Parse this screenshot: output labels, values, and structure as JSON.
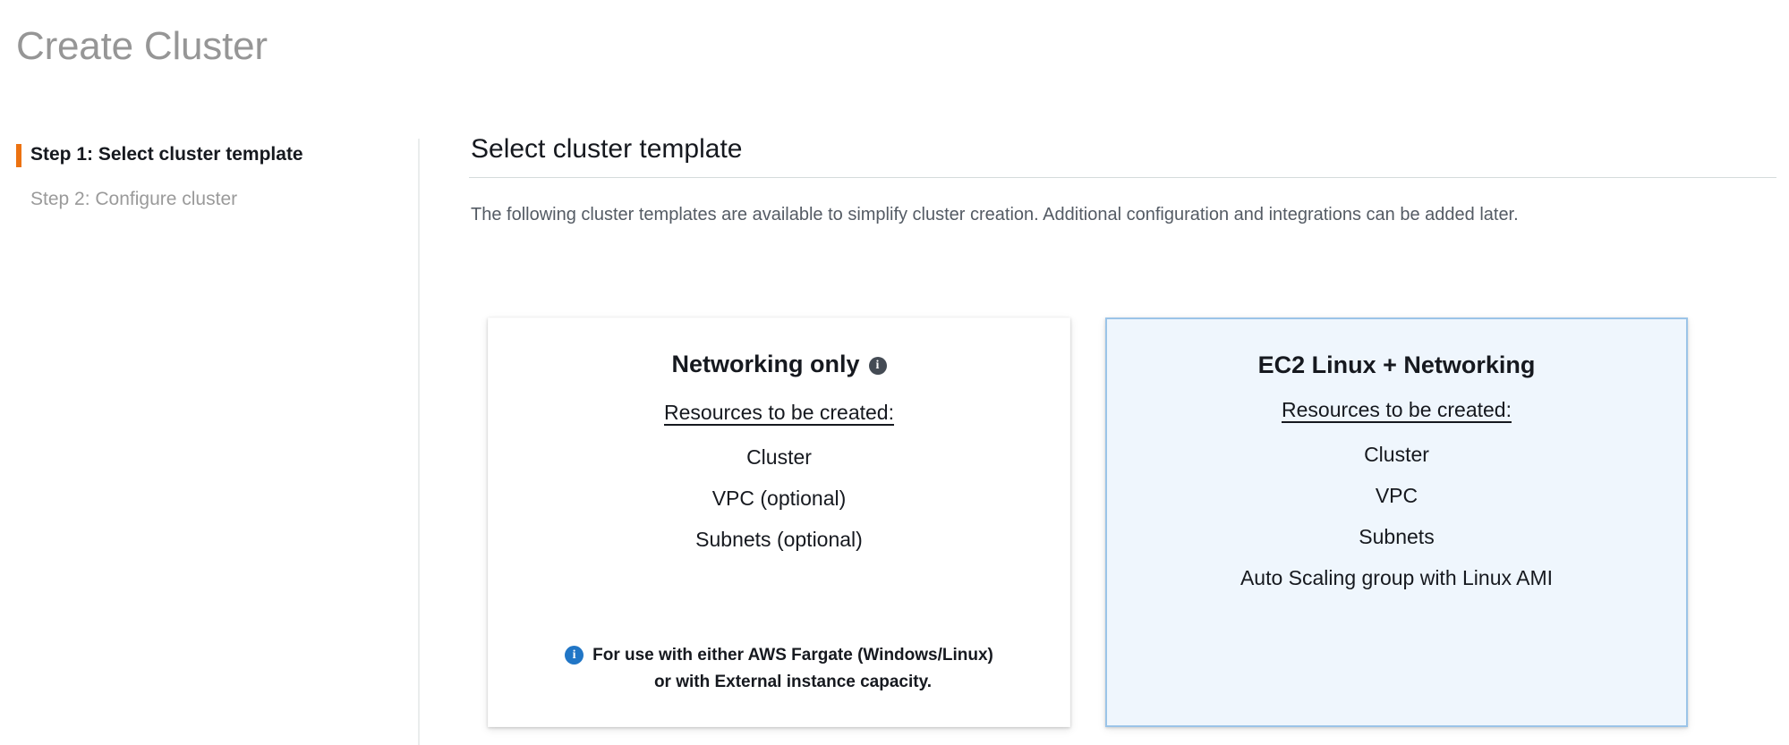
{
  "page": {
    "title": "Create Cluster"
  },
  "sidebar": {
    "steps": [
      {
        "label": "Step 1: Select cluster template",
        "active": true
      },
      {
        "label": "Step 2: Configure cluster",
        "active": false
      }
    ]
  },
  "main": {
    "heading": "Select cluster template",
    "description": "The following cluster templates are available to simplify cluster creation. Additional configuration and integrations can be added later.",
    "resources_heading": "Resources to be created:",
    "cards": [
      {
        "title": "Networking only",
        "title_icon": "info-icon",
        "info_glyph": "i",
        "subtitle": "Resources to be created:",
        "resources": [
          "Cluster",
          "VPC (optional)",
          "Subnets (optional)"
        ],
        "note_icon": "info-icon",
        "note_glyph": "i",
        "note_line1": "For use with either AWS Fargate (Windows/Linux)",
        "note_line2": "or with External instance capacity.",
        "selected": false
      },
      {
        "title": "EC2 Linux + Networking",
        "subtitle": "Resources to be created:",
        "resources": [
          "Cluster",
          "VPC",
          "Subnets",
          "Auto Scaling group with Linux AMI"
        ],
        "selected": true
      }
    ]
  },
  "colors": {
    "accent_orange": "#ec7211",
    "selected_border": "#9bc4e8",
    "selected_fill": "#eff6fd",
    "info_blue": "#2176c6",
    "title_gray": "#969696"
  }
}
